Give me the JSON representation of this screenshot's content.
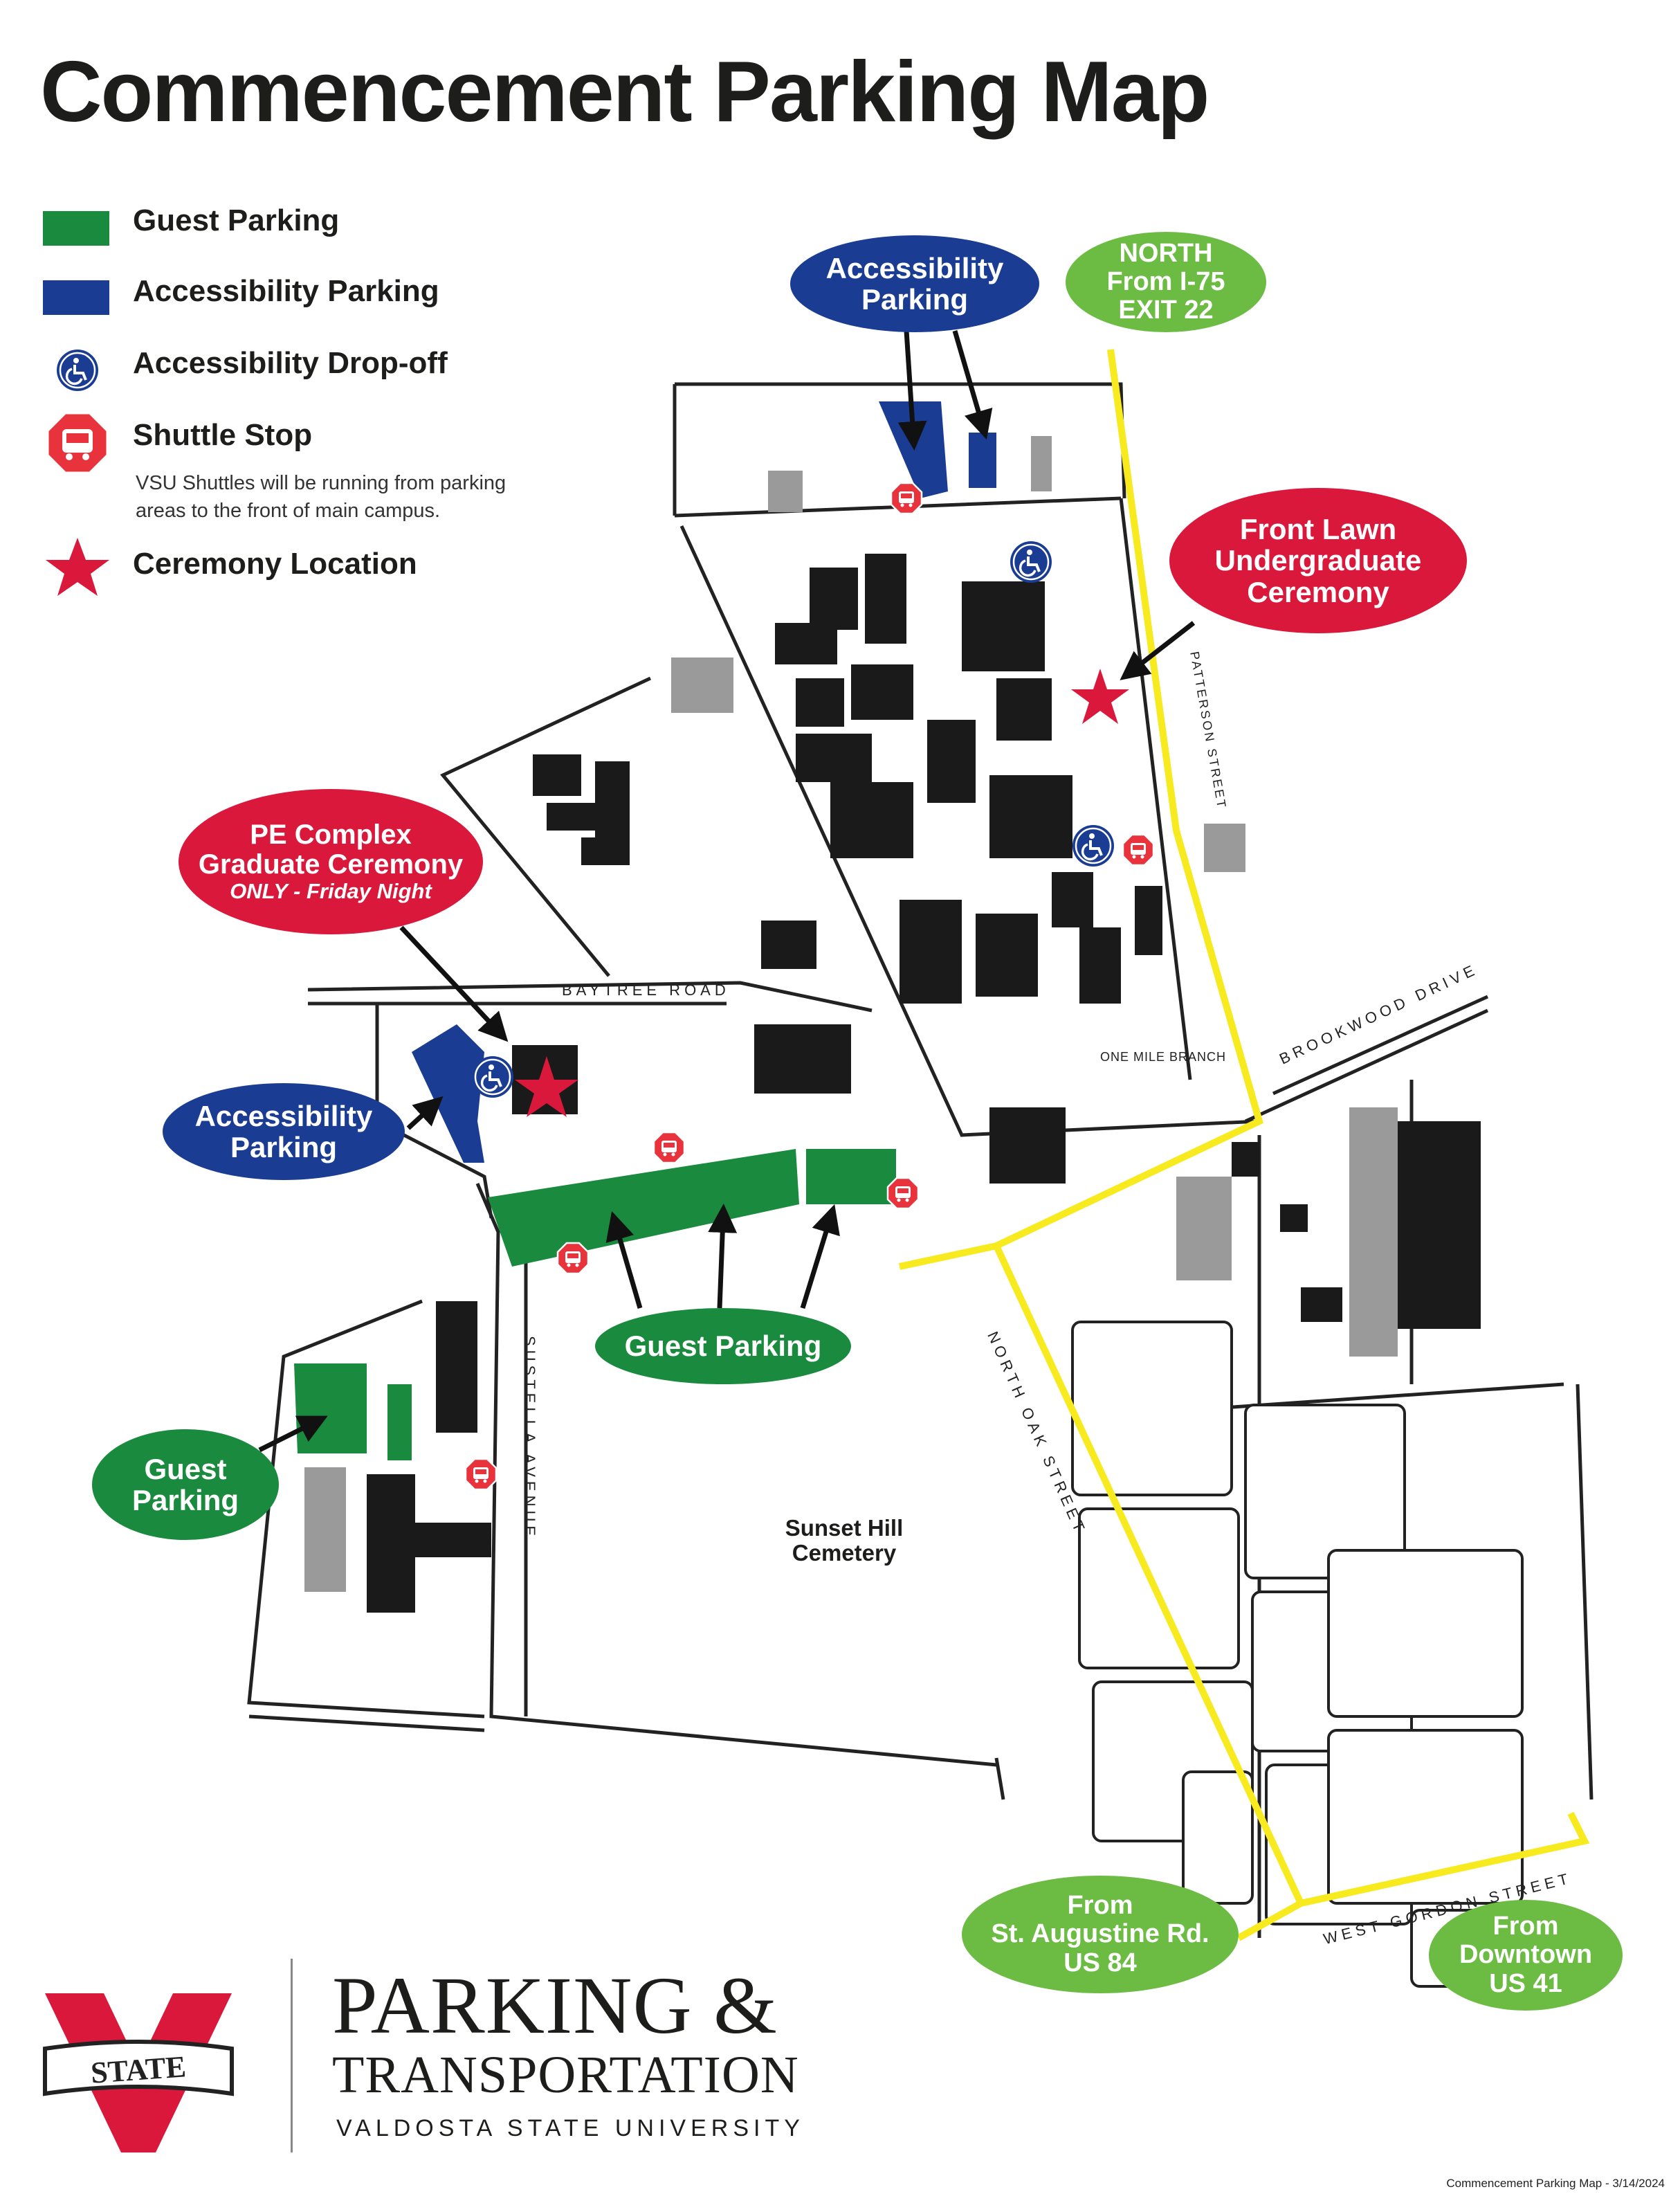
{
  "title": "Commencement Parking Map",
  "legend": {
    "guest_parking": "Guest Parking",
    "accessibility_parking": "Accessibility Parking",
    "accessibility_dropoff": "Accessibility Drop-off",
    "shuttle_stop": "Shuttle Stop",
    "shuttle_note": "VSU Shuttles will be running from parking areas to the front of main campus.",
    "ceremony_location": "Ceremony Location"
  },
  "colors": {
    "guest": "#1a8a3e",
    "accessibility": "#1a3c92",
    "ceremony": "#d9183b",
    "route": "#f7ea1f",
    "direction": "#6cbc44"
  },
  "callouts": {
    "access_top": [
      "Accessibility",
      "Parking"
    ],
    "north": [
      "NORTH",
      "From I-75",
      "EXIT 22"
    ],
    "front_lawn": [
      "Front Lawn",
      "Undergraduate",
      "Ceremony"
    ],
    "pe_complex": [
      "PE Complex",
      "Graduate Ceremony",
      "ONLY - Friday Night"
    ],
    "access_left": [
      "Accessibility",
      "Parking"
    ],
    "guest_center": [
      "Guest Parking"
    ],
    "guest_left": [
      "Guest",
      "Parking"
    ],
    "st_augustine": [
      "From",
      "St. Augustine Rd.",
      "US 84"
    ],
    "downtown": [
      "From",
      "Downtown",
      "US 41"
    ]
  },
  "streets": {
    "baytree": "BAYTREE ROAD",
    "patterson": "PATTERSON STREET",
    "brookwood": "BROOKWOOD DRIVE",
    "one_mile": "ONE MILE BRANCH",
    "north_oak": "NORTH OAK STREET",
    "sustella": "SUSTELLA AVENUE",
    "west_gordon": "WEST GORDON STREET"
  },
  "places": {
    "cemetery": [
      "Sunset Hill",
      "Cemetery"
    ]
  },
  "icons": [
    "wheelchair-icon",
    "bus-icon",
    "star-icon",
    "parking-p-icon"
  ],
  "brand": {
    "logo_text": "STATE",
    "line1": "PARKING &",
    "line2": "TRANSPORTATION",
    "line3": "VALDOSTA STATE UNIVERSITY"
  },
  "footnote": "Commencement Parking Map - 3/14/2024"
}
